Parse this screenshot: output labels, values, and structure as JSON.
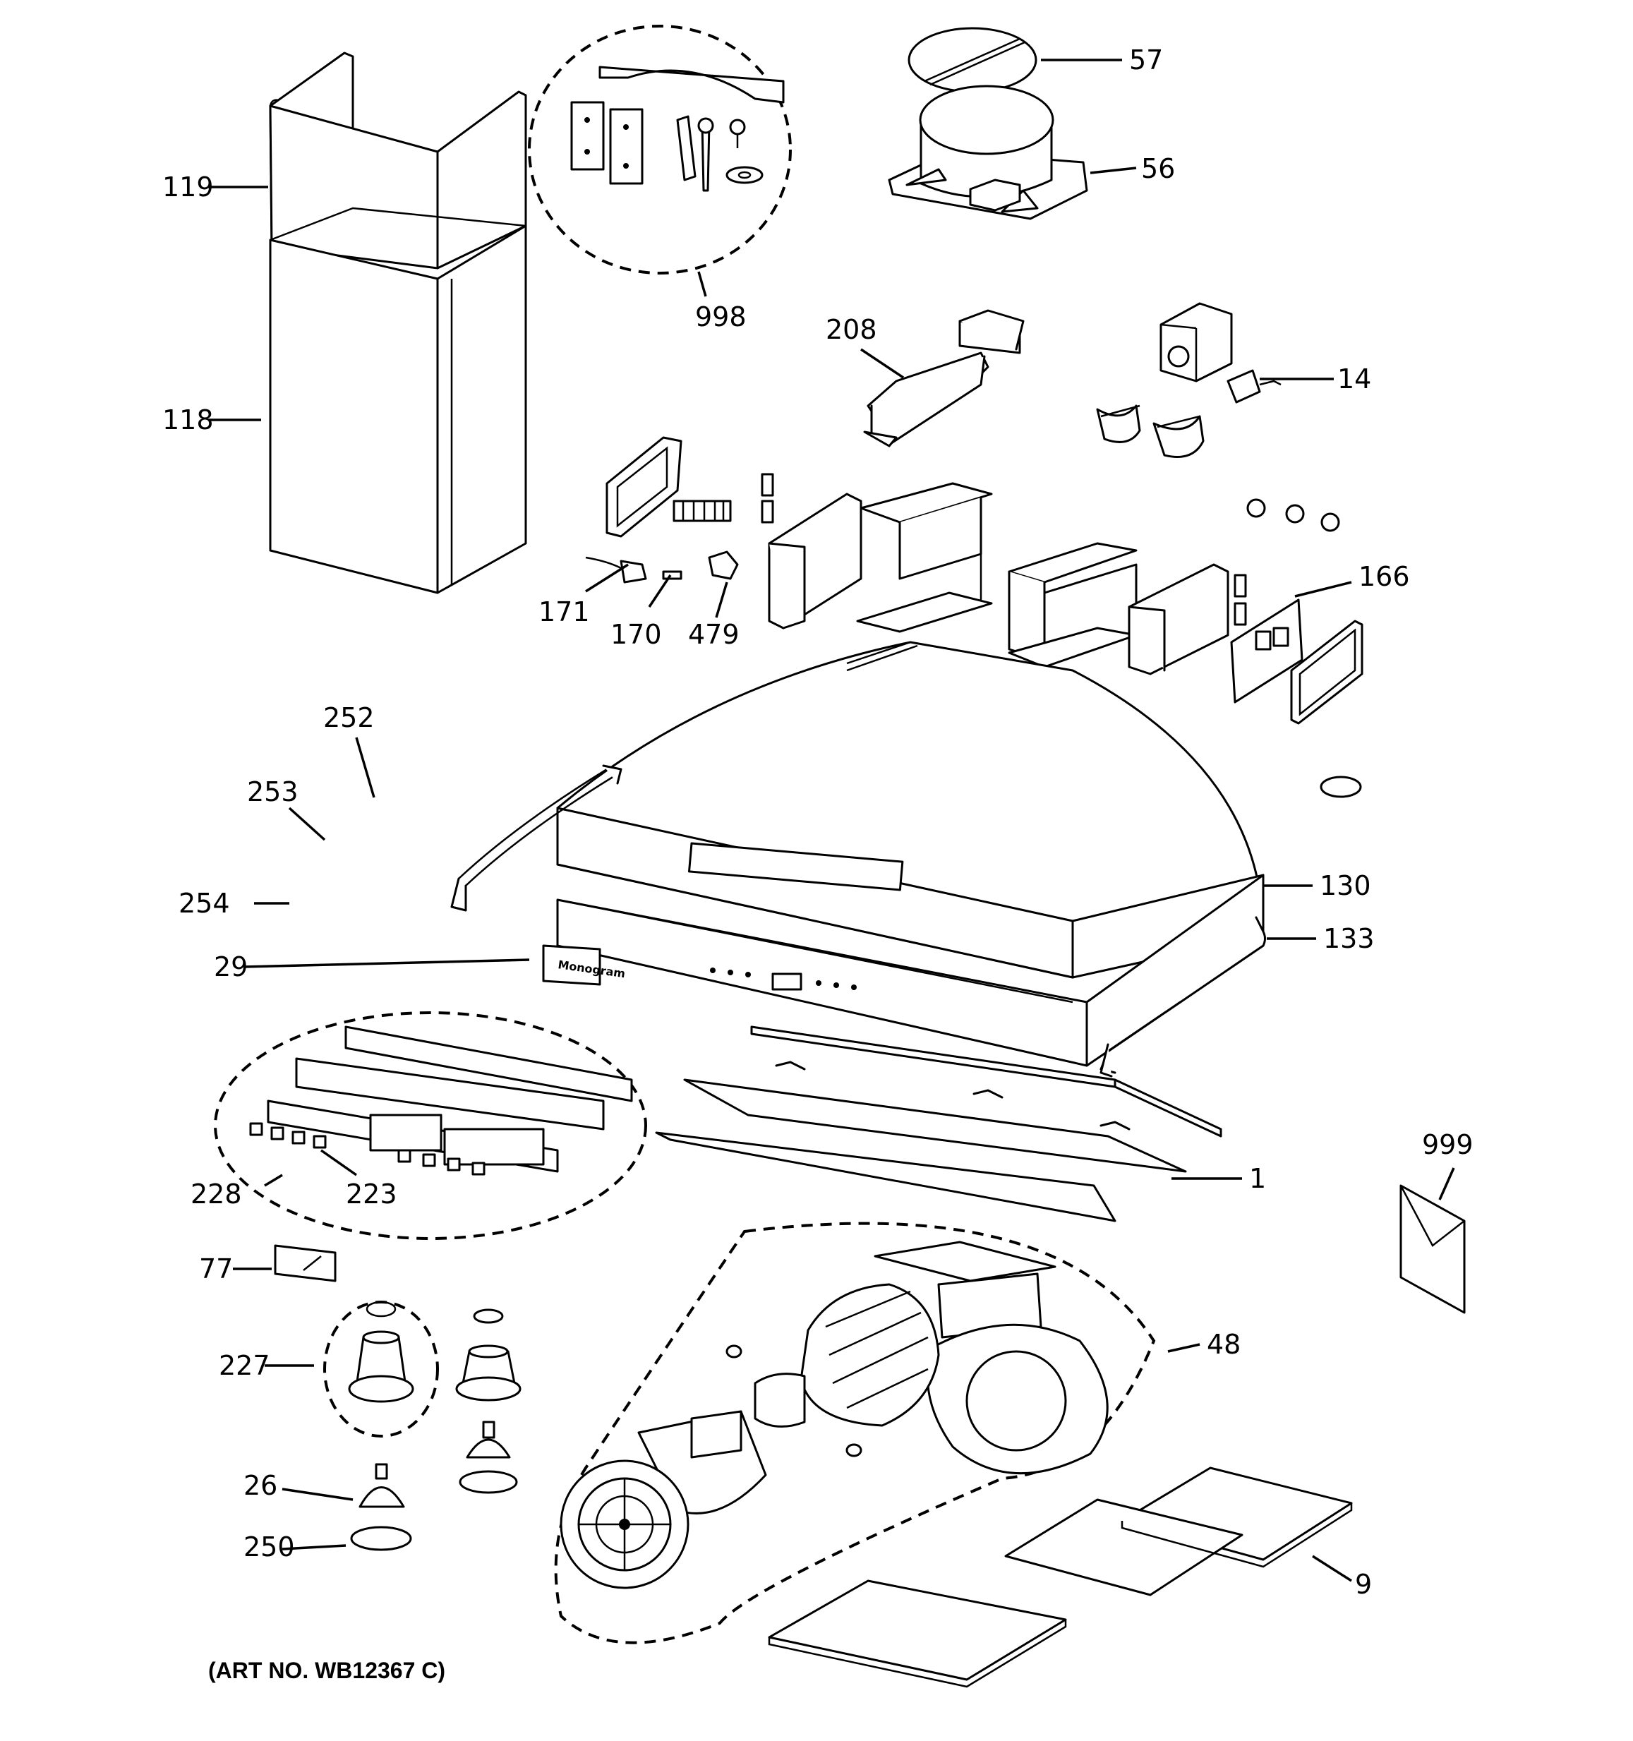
{
  "callouts": {
    "c57": "57",
    "c56": "56",
    "c119": "119",
    "c118": "118",
    "c998": "998",
    "c208": "208",
    "c14": "14",
    "c171": "171",
    "c170": "170",
    "c479": "479",
    "c166": "166",
    "c252": "252",
    "c253": "253",
    "c254": "254",
    "c130": "130",
    "c133": "133",
    "c29": "29",
    "c228": "228",
    "c223": "223",
    "c1": "1",
    "c999": "999",
    "c77": "77",
    "c227": "227",
    "c48": "48",
    "c26": "26",
    "c250": "250",
    "c9": "9"
  },
  "brand_logo_text": "Monogram",
  "art_number": "(ART NO. WB12367 C)"
}
